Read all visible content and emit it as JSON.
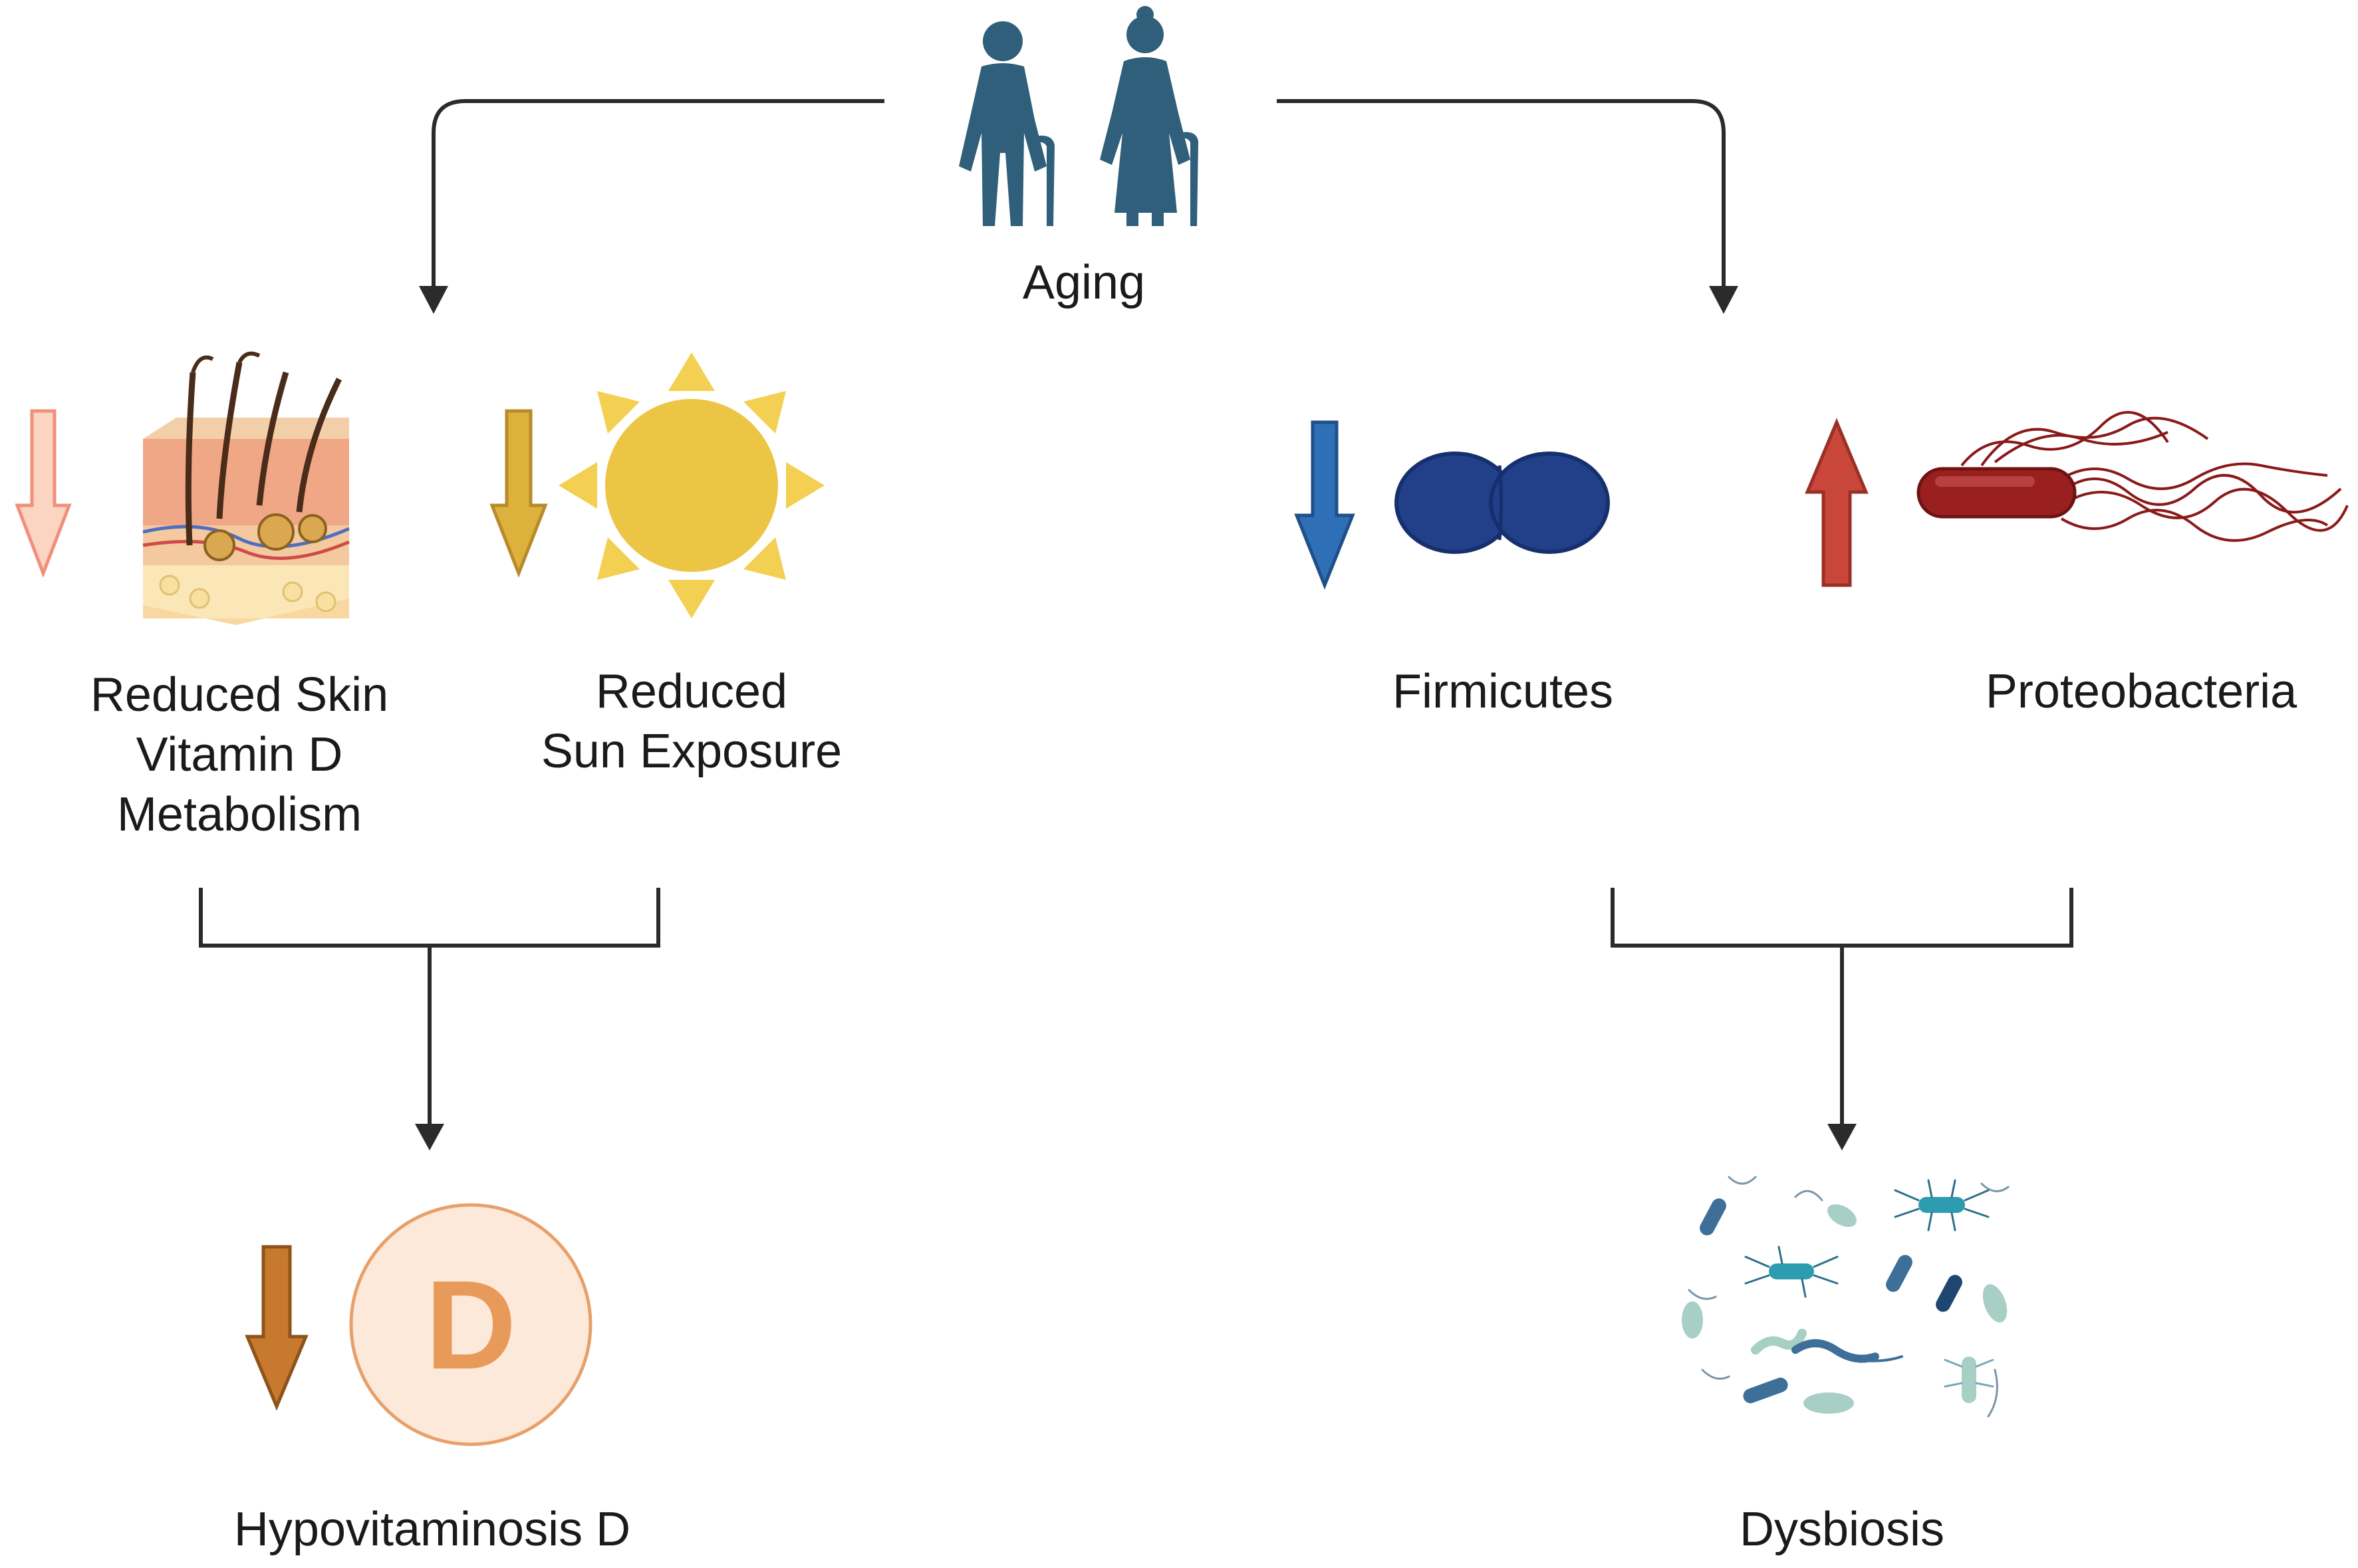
{
  "nodes": {
    "aging": {
      "label": "Aging"
    },
    "skin": {
      "lines": [
        "Reduced Skin",
        "Vitamin D",
        "Metabolism"
      ]
    },
    "sun": {
      "lines": [
        "Reduced",
        "Sun Exposure"
      ]
    },
    "firmicutes": {
      "label": "Firmicutes"
    },
    "proteobacteria": {
      "label": "Proteobacteria"
    },
    "hypovitaminosis": {
      "label": "Hypovitaminosis D",
      "badge": "D"
    },
    "dysbiosis": {
      "label": "Dysbiosis"
    }
  },
  "indicators": {
    "skin": {
      "direction": "down",
      "color": "#f3a28b"
    },
    "sun": {
      "direction": "down",
      "color": "#d4a636"
    },
    "firmicutes": {
      "direction": "down",
      "color": "#2f6fb5"
    },
    "proteobacteria": {
      "direction": "up",
      "color": "#c9463a"
    },
    "hypovitaminosis": {
      "direction": "down",
      "color": "#c77a2e"
    }
  },
  "colors": {
    "people": "#2f5f7a",
    "sun": "#ecc545",
    "sun_rays": "#f3cf52",
    "firmicutes": "#22408a",
    "proteobacteria": "#9a2020",
    "vitamin_d_circle": "#fde9d9",
    "vitamin_d_letter": "#e89a5a",
    "connector": "#2b2b2b"
  },
  "icons": [
    "elderly-couple-icon",
    "skin-cross-section-icon",
    "sun-icon",
    "diplococcus-icon",
    "flagellated-bacterium-icon",
    "vitamin-d-icon",
    "microbes-cluster-icon"
  ]
}
